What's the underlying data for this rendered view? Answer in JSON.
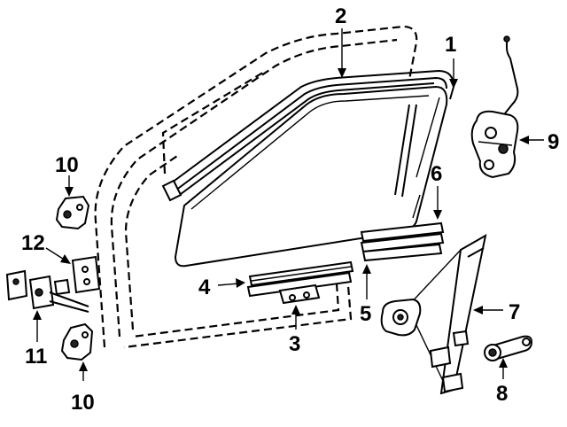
{
  "callouts": {
    "c1": "1",
    "c2": "2",
    "c3": "3",
    "c4": "4",
    "c5": "5",
    "c6": "6",
    "c7": "7",
    "c8": "8",
    "c9": "9",
    "c10_top": "10",
    "c10_bottom": "10",
    "c11": "11",
    "c12": "12"
  }
}
